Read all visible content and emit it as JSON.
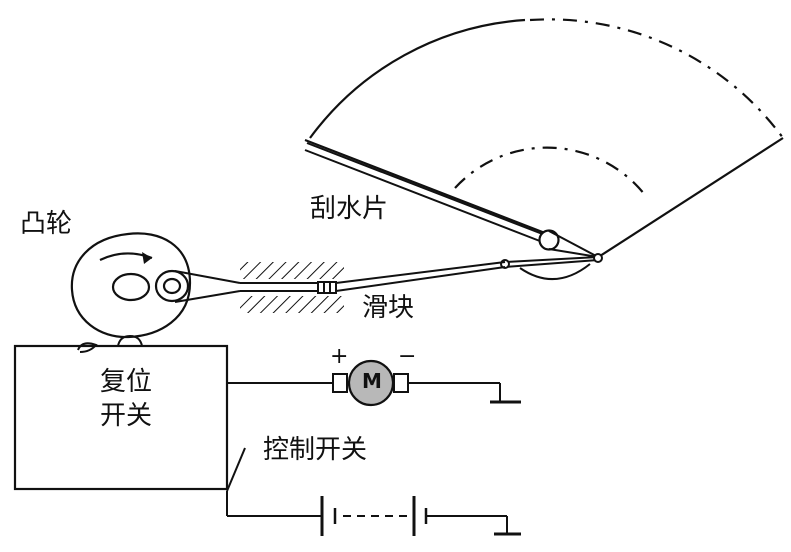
{
  "labels": {
    "cam": "凸轮",
    "wiper_blade": "刮水片",
    "slider": "滑块",
    "reset_switch_line1": "复位",
    "reset_switch_line2": "开关",
    "control_switch": "控制开关",
    "motor": "M",
    "motor_plus": "+",
    "motor_minus": "−"
  },
  "colors": {
    "line": "#111111",
    "motor_fill": "#b8b8b8"
  }
}
